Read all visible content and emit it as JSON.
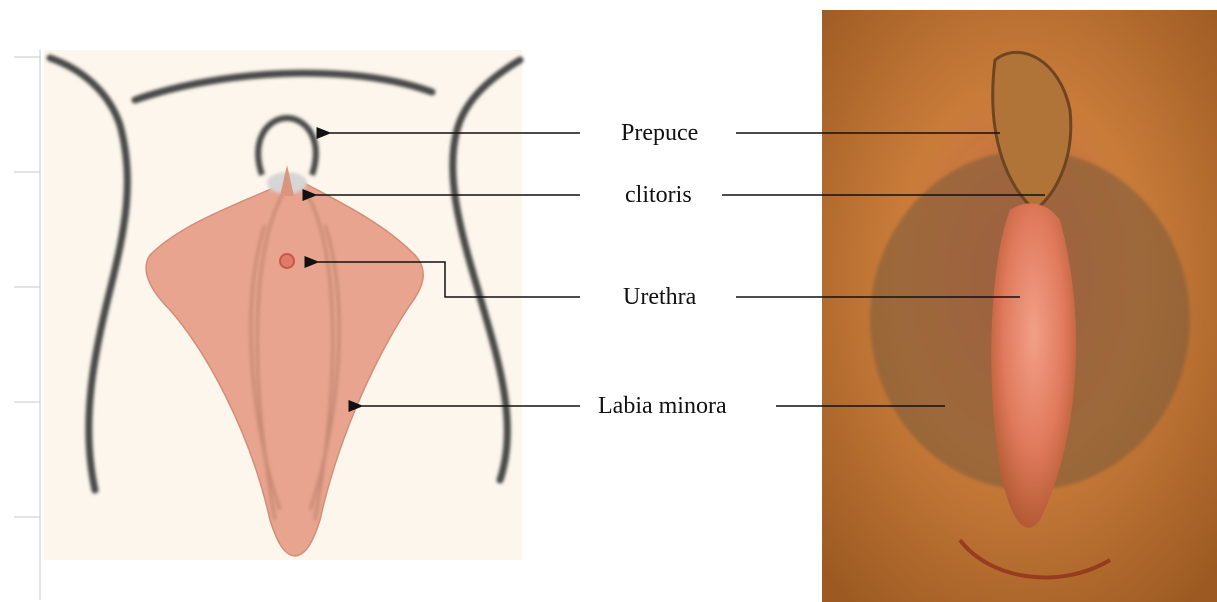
{
  "labels": {
    "prepuce": "Prepuce",
    "clitoris": "clitoris",
    "urethra": "Urethra",
    "labia_minora": "Labia minora"
  },
  "colors": {
    "background": "#ffffff",
    "illustration_bg": "#fdf6ec",
    "labia_fill": "#e8a48e",
    "outline": "#4a4a4a",
    "photo_skin": "#c87a3a",
    "arrow": "#111111"
  }
}
